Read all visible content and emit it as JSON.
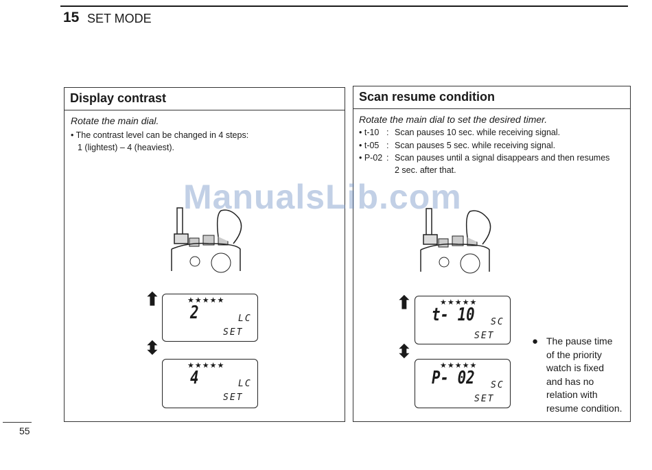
{
  "header": {
    "section_number": "15",
    "section_title": "SET MODE"
  },
  "left_panel": {
    "title": "Display contrast",
    "instruction": "Rotate the main dial.",
    "line1": "• The contrast level can be changed in 4 steps:",
    "line2": "1 (lightest) – 4 (heaviest).",
    "lcd1": {
      "stars": "★★★★★",
      "digit": "2",
      "code": "LC",
      "set": "SET"
    },
    "lcd2": {
      "stars": "★★★★★",
      "digit": "4",
      "code": "LC",
      "set": "SET"
    }
  },
  "right_panel": {
    "title": "Scan resume condition",
    "instruction": "Rotate the main dial to set the desired timer.",
    "items": [
      {
        "code": "• t-10",
        "sep": ":",
        "desc": "Scan pauses 10 sec. while receiving signal."
      },
      {
        "code": "• t-05",
        "sep": ":",
        "desc": "Scan pauses 5 sec. while receiving signal."
      },
      {
        "code": "• P-02",
        "sep": ":",
        "desc": "Scan pauses until a signal disappears and then resumes"
      }
    ],
    "item3_cont": "2 sec. after that.",
    "lcd1": {
      "stars": "★★★★★",
      "digit": "t- 10",
      "code": "SC",
      "set": "SET"
    },
    "lcd2": {
      "stars": "★★★★★",
      "digit": "P- 02",
      "code": "SC",
      "set": "SET"
    },
    "note_bullet": "●",
    "note_lines": [
      "The pause time",
      "of the priority",
      "watch is fixed",
      "and has no",
      "relation with",
      "resume condition."
    ]
  },
  "watermark": "ManualsLib.com",
  "page_number": "55"
}
